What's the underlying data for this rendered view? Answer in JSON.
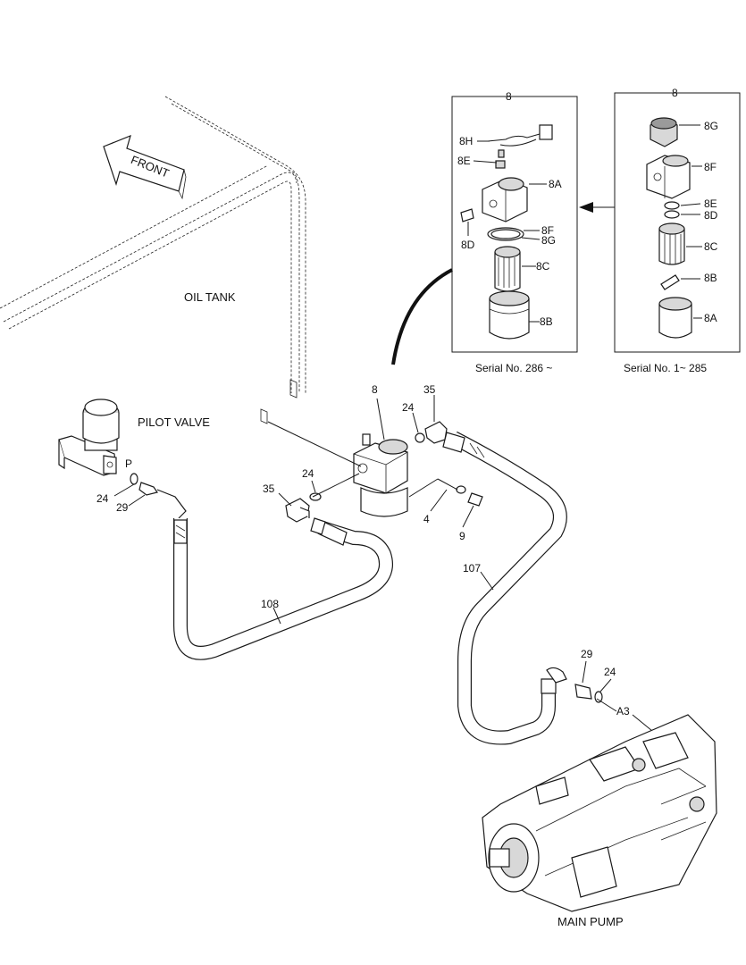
{
  "labels": {
    "oil_tank": "OIL TANK",
    "pilot_valve": "PILOT VALVE",
    "main_pump": "MAIN PUMP",
    "front": "FRONT",
    "port_p": "P",
    "port_a3": "A3",
    "serial_new": "Serial No. 286 ~",
    "serial_old": "Serial No. 1~ 285"
  },
  "callouts": {
    "p8": "8",
    "p35a": "35",
    "p35b": "35",
    "p24a": "24",
    "p24b": "24",
    "p24c": "24",
    "p24d": "24",
    "p29a": "29",
    "p29b": "29",
    "p4": "4",
    "p9": "9",
    "p107": "107",
    "p108": "108"
  },
  "inset_new": {
    "title": "8",
    "h": "8H",
    "e": "8E",
    "a": "8A",
    "d": "8D",
    "f": "8F",
    "g": "8G",
    "c": "8C",
    "b": "8B"
  },
  "inset_old": {
    "title": "8",
    "g": "8G",
    "f": "8F",
    "e": "8E",
    "d": "8D",
    "c": "8C",
    "b": "8B",
    "a": "8A"
  }
}
